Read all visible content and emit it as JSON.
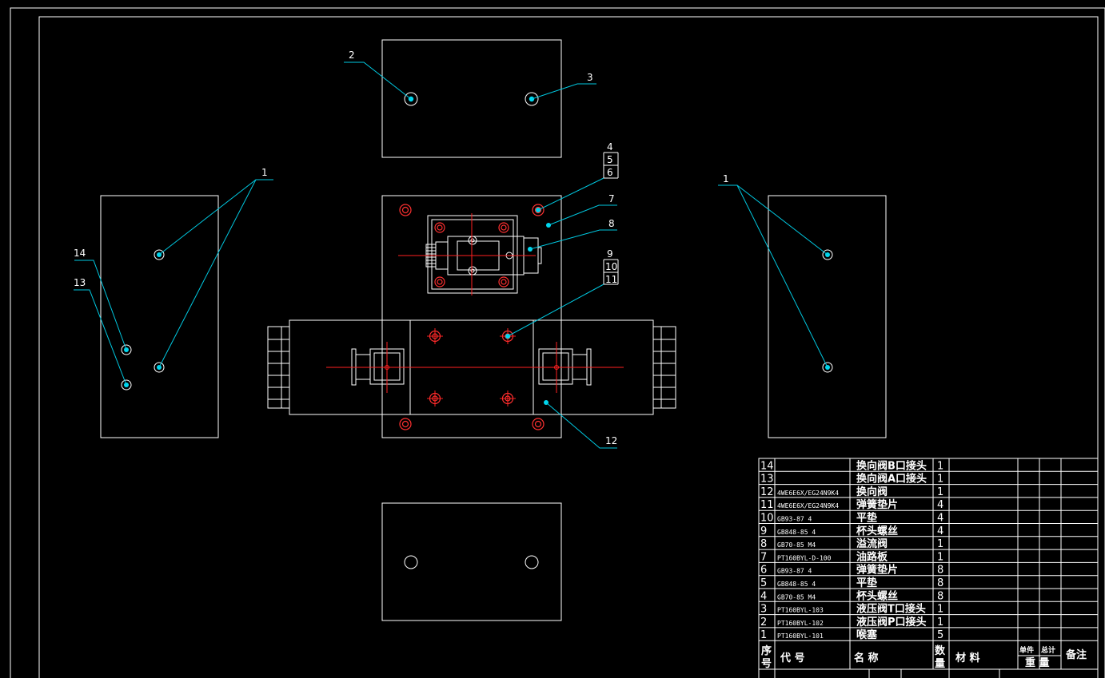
{
  "balloons": [
    {
      "id": "b1a",
      "label": "1"
    },
    {
      "id": "b1b",
      "label": "1"
    },
    {
      "id": "b2",
      "label": "2"
    },
    {
      "id": "b3",
      "label": "3"
    },
    {
      "id": "b4",
      "label": "4"
    },
    {
      "id": "b5",
      "label": "5"
    },
    {
      "id": "b6",
      "label": "6"
    },
    {
      "id": "b7",
      "label": "7"
    },
    {
      "id": "b8",
      "label": "8"
    },
    {
      "id": "b9",
      "label": "9"
    },
    {
      "id": "b10",
      "label": "10"
    },
    {
      "id": "b11",
      "label": "11"
    },
    {
      "id": "b12",
      "label": "12"
    },
    {
      "id": "b13",
      "label": "13"
    },
    {
      "id": "b14",
      "label": "14"
    }
  ],
  "bom": {
    "rows": [
      {
        "no": "14",
        "code": "",
        "name": "换向阀B口接头",
        "qty": "1"
      },
      {
        "no": "13",
        "code": "",
        "name": "换向阀A口接头",
        "qty": "1"
      },
      {
        "no": "12",
        "code": "4WE6E6X/EG24N9K4",
        "name": "换向阀",
        "qty": "1"
      },
      {
        "no": "11",
        "code": "4WE6E6X/EG24N9K4",
        "name": "弹簧垫片",
        "qty": "4"
      },
      {
        "no": "10",
        "code": "GB93-87 4",
        "name": "平垫",
        "qty": "4"
      },
      {
        "no": "9",
        "code": "GB848-85 4",
        "name": "杯头螺丝",
        "qty": "4"
      },
      {
        "no": "8",
        "code": "GB70-85 M4",
        "name": "溢流阀",
        "qty": "1"
      },
      {
        "no": "7",
        "code": "PT160BYL-D-100",
        "name": "油路板",
        "qty": "1"
      },
      {
        "no": "6",
        "code": "GB93-87 4",
        "name": "弹簧垫片",
        "qty": "8"
      },
      {
        "no": "5",
        "code": "GB848-85 4",
        "name": "平垫",
        "qty": "8"
      },
      {
        "no": "4",
        "code": "GB70-85 M4",
        "name": "杯头螺丝",
        "qty": "8"
      },
      {
        "no": "3",
        "code": "PT160BYL-103",
        "name": "液压阀T口接头",
        "qty": "1"
      },
      {
        "no": "2",
        "code": "PT160BYL-102",
        "name": "液压阀P口接头",
        "qty": "1"
      },
      {
        "no": "1",
        "code": "PT160BYL-101",
        "name": "喉塞",
        "qty": "5"
      }
    ],
    "header": {
      "no_top": "序",
      "no_bottom": "号",
      "code": "代 号",
      "name": "名 称",
      "qty_top": "数",
      "qty_bottom": "量",
      "material": "材 料",
      "unit_mass_top": "单件",
      "total_mass_top": "总计",
      "mass_bottom": "重 量",
      "remark": "备注"
    }
  },
  "colors": {
    "line": "#ffffff",
    "leader": "#00c8e0",
    "centerline": "#ff2020",
    "bolt": "#ff3030",
    "background": "#000000"
  }
}
